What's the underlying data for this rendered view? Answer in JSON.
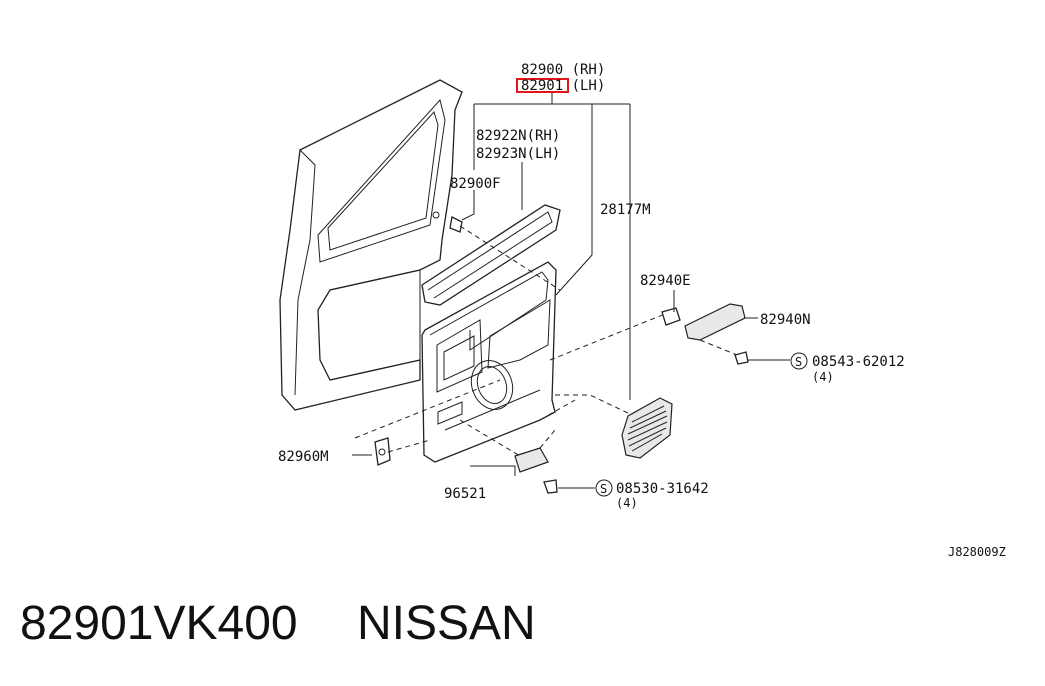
{
  "diagram": {
    "callouts": {
      "rh_assembly": "82900 (RH)",
      "lh_assembly": "82901 (LH)",
      "rh_finisher": "82922N(RH)",
      "lh_finisher": "82923N(LH)",
      "clip": "82900F",
      "seal": "28177M",
      "grip_bracket": "82940E",
      "grip": "82940N",
      "screw_a": "08543-62012",
      "screw_a_qty": "(4)",
      "escutcheon": "82960M",
      "pull_cup": "96521",
      "screw_b": "08530-31642",
      "screw_b_qty": "(4)",
      "drawing_code": "J828009Z"
    },
    "highlight_color": "#e0161b"
  },
  "footer": {
    "part_number": "82901VK400",
    "brand": "NISSAN"
  }
}
